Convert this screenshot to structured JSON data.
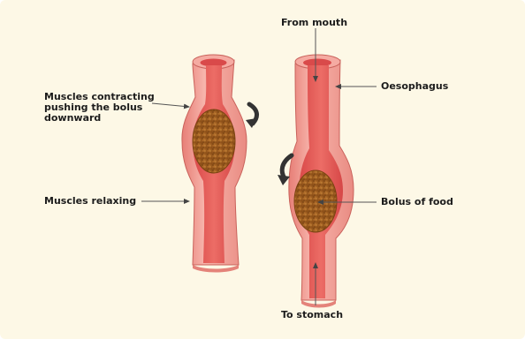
{
  "labels": {
    "contracting_line1": "Muscles contracting",
    "contracting_line2": "pushing the bolus",
    "contracting_line3": "downward",
    "relaxing": "Muscles relaxing",
    "from_mouth": "From mouth",
    "oesophagus": "Oesophagus",
    "bolus_of_food": "Bolus of food",
    "to_stomach": "To stomach"
  },
  "colors": {
    "background": "#fdf8e6",
    "tube_wall": "#ee8f86",
    "tube_wall_light": "#f6b7ae",
    "lumen": "#e65f5b",
    "lumen_dark": "#d84a4a",
    "bolus": "#a8631f",
    "bolus_speckle": "#7a4312",
    "arrow": "#333333",
    "pointer": "#555555"
  },
  "icons": {
    "motion_arrow": "curved-down-arrow-icon"
  }
}
